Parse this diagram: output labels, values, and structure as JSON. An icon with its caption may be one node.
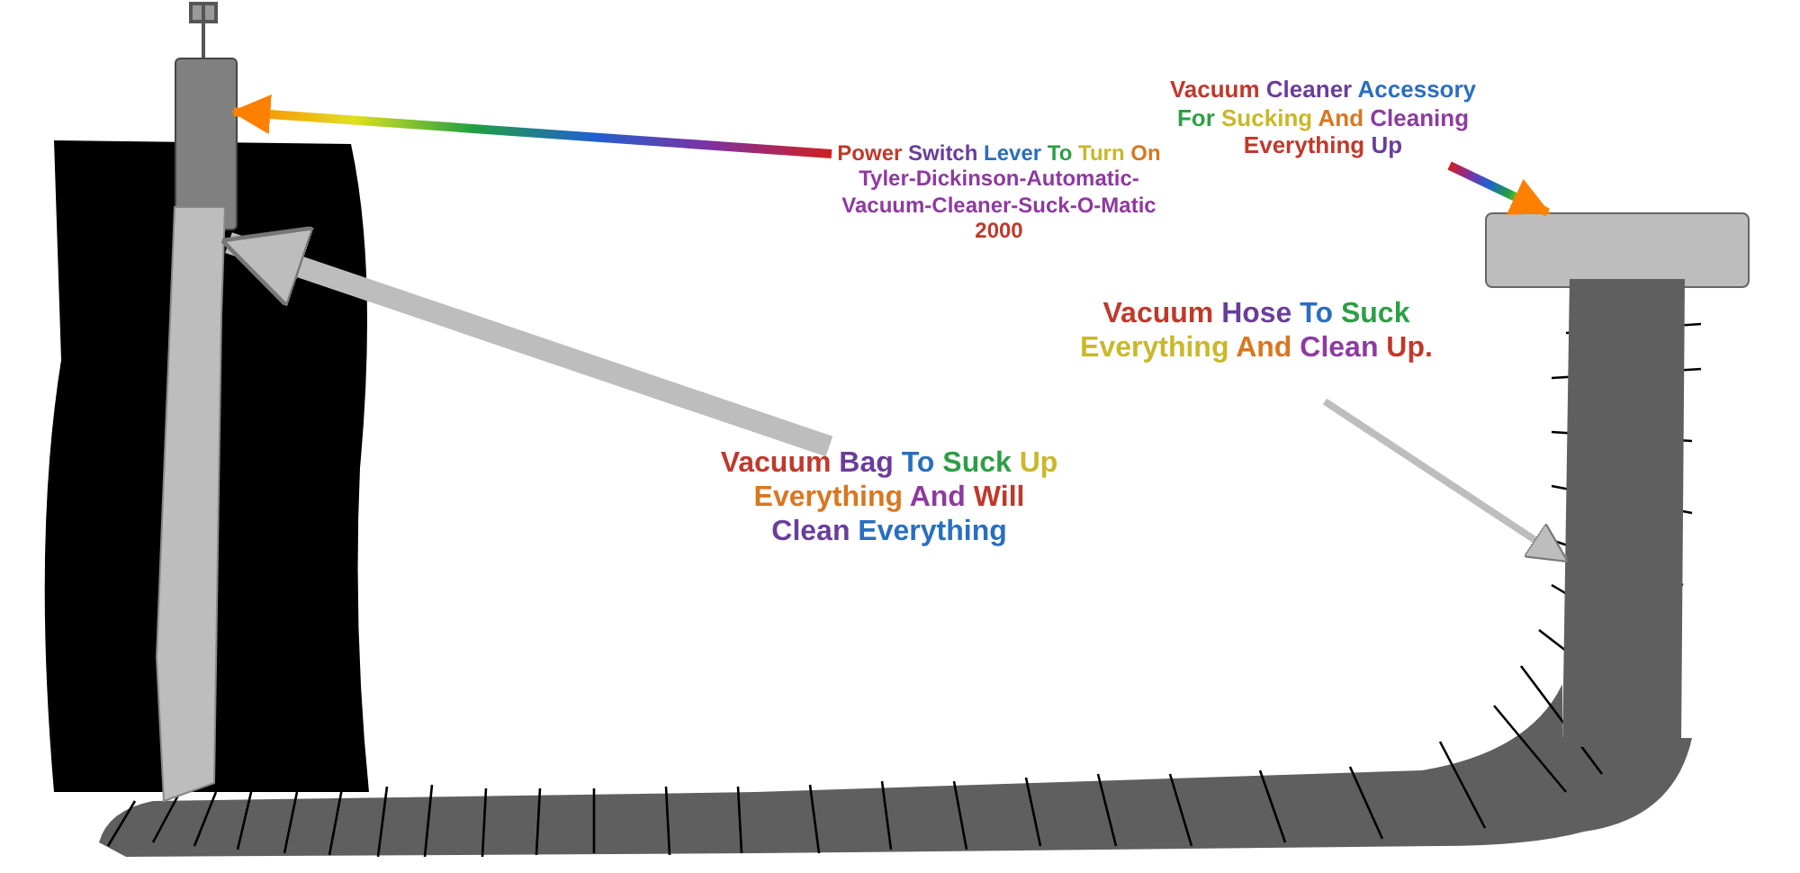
{
  "diagram": {
    "nodes": [
      {
        "text": [
          "Power Switch Lever To Turn On Tyler-Dickinson-Automatic-Vacuum-Cleaner-Suck-O-Matic 2000"
        ]
      },
      {
        "text": [],
        "shape": "box"
      },
      {
        "text": [
          "Vacuum Cleaner Accessory For Sucking And Cleaning Everything Up"
        ]
      },
      {
        "text": [],
        "shape": "box"
      },
      {
        "text": [
          "Vacuum Hose To Suck Everything And Clean Up."
        ]
      },
      {
        "text": [],
        "shape": "bar"
      },
      {
        "text": [
          "Vacuum Bag To Suck Up Everything And Will Clean Everything"
        ]
      },
      {
        "text": [],
        "shape": "bar"
      }
    ],
    "edges": [
      {
        "from": 0,
        "to": 1,
        "arrow": "to",
        "color": "#ff7f00"
      },
      {
        "from": 2,
        "to": 3,
        "arrow": "to",
        "color": "#ff7f00"
      },
      {
        "from": 4,
        "to": 7,
        "arrow": "to"
      },
      {
        "from": 6,
        "to": 5,
        "arrow": "to",
        "style": "thick"
      }
    ]
  }
}
